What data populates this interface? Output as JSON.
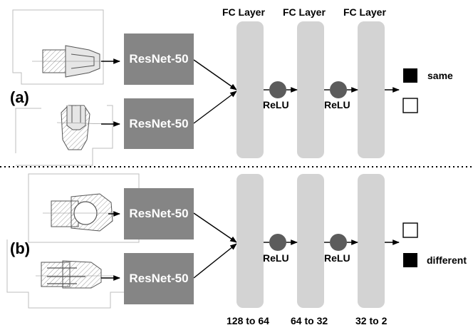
{
  "fc_layer_title": "FC Layer",
  "backbone_label": "ResNet-50",
  "activation_label": "ReLU",
  "panels": {
    "a": {
      "label": "(a)",
      "output_label": "same"
    },
    "b": {
      "label": "(b)",
      "output_label": "different"
    }
  },
  "dimensions": [
    "128 to 64",
    "64 to 32",
    "32 to 2"
  ],
  "colors": {
    "resnet_box": "#858585",
    "fc_layer": "#d3d3d3",
    "relu_node": "#5c5c5c",
    "sketch_fill": "#e6e6e6",
    "filled_output": "#000000"
  }
}
